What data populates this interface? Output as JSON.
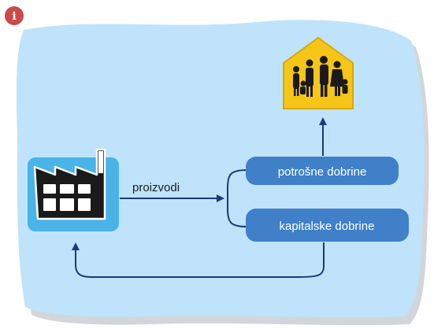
{
  "badge": {
    "letter": "i",
    "color": "#c94a4a"
  },
  "background": {
    "fill": "#bfe3fa",
    "shadow": "#d2d6da"
  },
  "nodes": {
    "factory": {
      "icon": "factory-icon",
      "frame_color": "#4ab3e8"
    },
    "household": {
      "icon": "family-house-icon",
      "color": "#f5c518"
    },
    "consumer_goods": {
      "label": "potrošne dobrine",
      "color": "#3f80c8"
    },
    "capital_goods": {
      "label": "kapitalske dobrine",
      "color": "#3f80c8"
    }
  },
  "edges": {
    "production": {
      "label": "proizvodi",
      "color": "#1a3a7a"
    }
  }
}
